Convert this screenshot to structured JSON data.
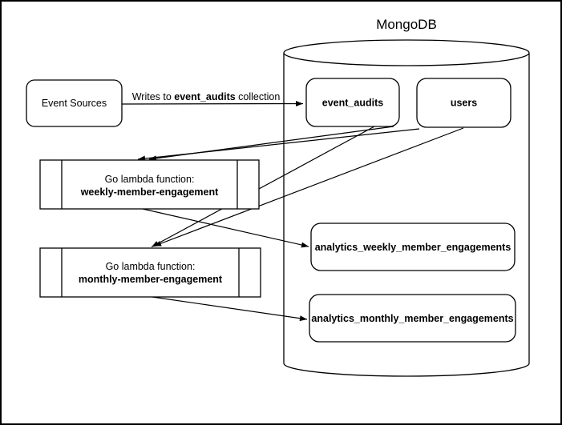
{
  "diagram": {
    "background": "#ffffff",
    "stroke_color": "#000000",
    "title": "MongoDB",
    "nodes": {
      "event_sources": {
        "label": "Event Sources"
      },
      "event_audits": {
        "label": "event_audits"
      },
      "users": {
        "label": "users"
      },
      "weekly_lambda": {
        "line1": "Go lambda function:",
        "line2": "weekly-member-engagement"
      },
      "monthly_lambda": {
        "line1": "Go lambda function:",
        "line2": "monthly-member-engagement"
      },
      "analytics_weekly": {
        "label": "analytics_weekly_member_engagements"
      },
      "analytics_monthly": {
        "label": "analytics_monthly_member_engagements"
      }
    },
    "edge_label": {
      "prefix": "Writes to ",
      "bold": "event_audits",
      "suffix": " collection"
    }
  }
}
